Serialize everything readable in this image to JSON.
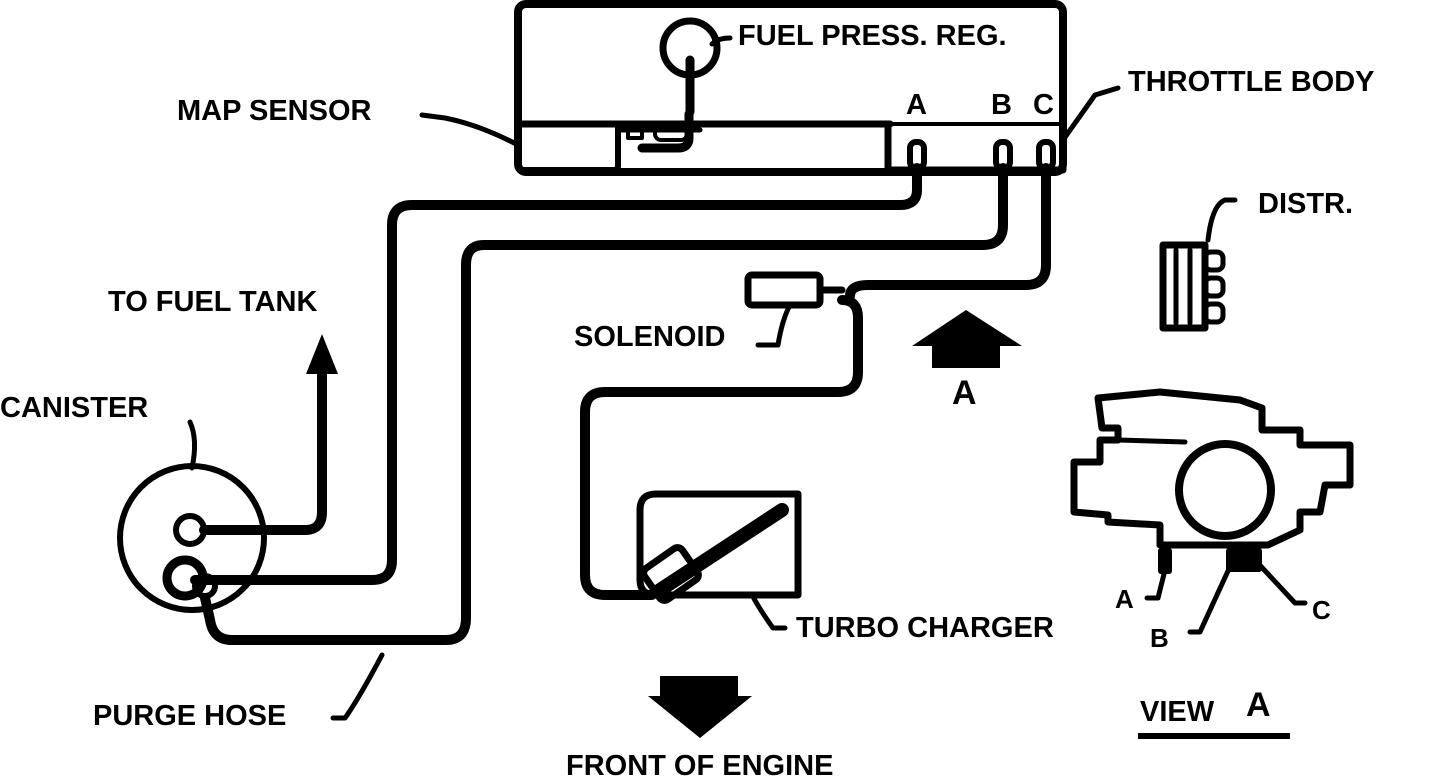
{
  "labels": {
    "fuel_press_reg": "FUEL PRESS. REG.",
    "map_sensor": "MAP SENSOR",
    "throttle_body": "THROTTLE BODY",
    "port_a": "A",
    "port_b": "B",
    "port_c": "C",
    "distr": "DISTR.",
    "to_fuel_tank": "TO FUEL TANK",
    "canister": "CANISTER",
    "solenoid": "SOLENOID",
    "view_arrow": "A",
    "turbo_charger": "TURBO CHARGER",
    "purge_hose": "PURGE HOSE",
    "front_of_engine": "FRONT OF ENGINE",
    "view_a_port_a": "A",
    "view_a_port_b": "B",
    "view_a_port_c": "C",
    "view": "VIEW",
    "view_letter": "A"
  },
  "colors": {
    "ink": "#000000",
    "paper": "#ffffff"
  }
}
